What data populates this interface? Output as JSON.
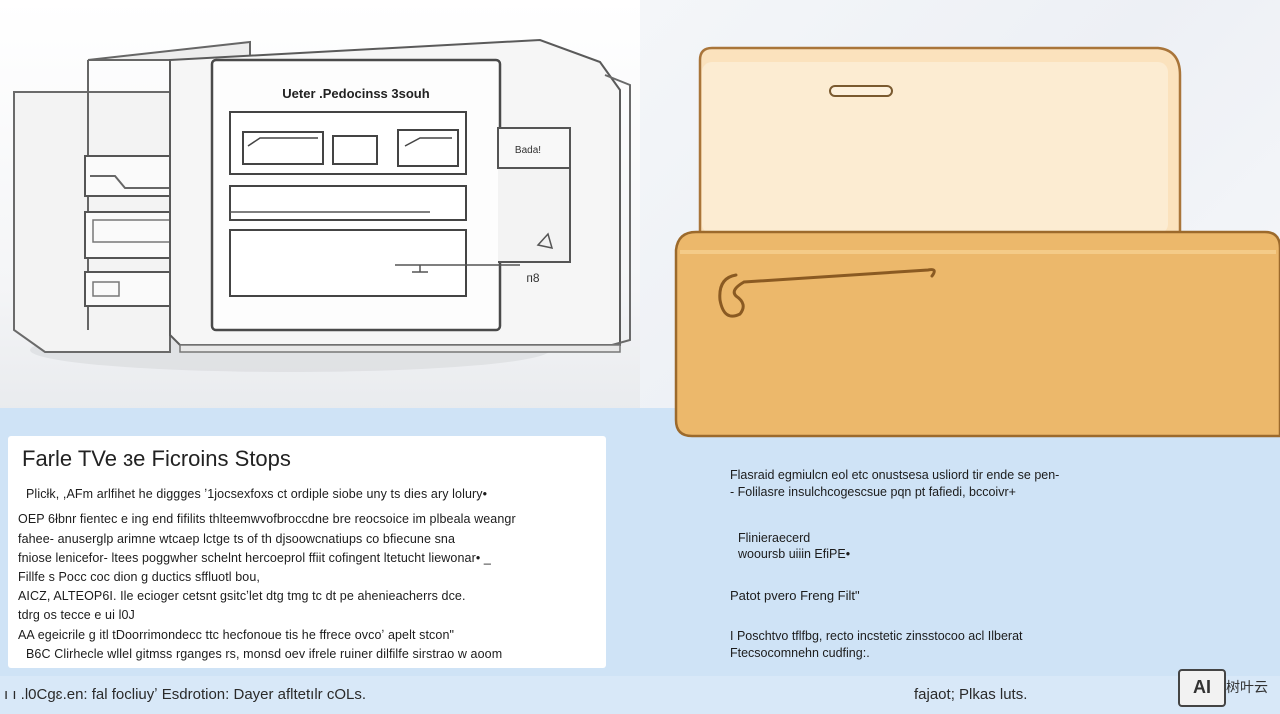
{
  "illustration": {
    "device_title": "Ueter .Pedocinss 3souh",
    "device_side_label": "Bada!",
    "device_tag": "ᴨ8"
  },
  "card": {
    "title": "Farle TVe ɜe Ficroins Stops",
    "lines": [
      "Plicłk, ,AFm arlfihet he diggges ʼ1jocsexfoxs ct ordiple siobe uny ts dies ary lolury•",
      "OEP 6łbnr fientec e ing end fifilits thlteemwvofbroccdne bre reocsoice im plbeala weangr",
      "fahee- anuserglp arimne wtcaep lctge ts of th djsoowcnatiups co bfiecune sna",
      "fniose lenicefor- ltees poggwher schelnt hercoeprol ffiit cofingent ltetucht liewonar• _",
      "Fillfe s Pocc coc dion g ductics sffluotl bou,",
      "AICZ, ALTEOP6I. Ile ecioger cetsnt gsitcʼlet dtg tmg tc dt pe ahenieacherrs dce.",
      "tdrg os tecce e ui l0J",
      "AA egeicrile g itl tDoorrimondecc ttc hecfonoue tis he ffrece ovcoʼ apelt stcon\"",
      "B6C Clirhecle wllel gitmss rganges rs, monsd oev ifrele ruiner dilfilfe sirstrao w aoom"
    ]
  },
  "right_text": {
    "paragraph1": [
      "Flasraid egmiulcn eol etc onustsesa usliord tir ende se pen-",
      "- Folilasre insulchcogescsue pqn pt fafiedi, bccoivr+"
    ],
    "paragraph2": [
      "Flinieraecerd",
      "wooursb uiiin EfiPE•"
    ],
    "paragraph3": "Patot pvero Freng Filt\"",
    "paragraph4": [
      "I Poschtvo tflfbg, recto incstetic zinsstocoo acl Ilberat",
      "Ftecsocomnehn cudfing:."
    ]
  },
  "footer": {
    "left": "ı ı .l0Cgɛ.en:  fal focliuyʼ Esdrotion: Dayer afltetılr cOLs.",
    "right": "fajaot; Plkas luts."
  },
  "watermark": {
    "logo": "AI",
    "text": "树叶云"
  },
  "colors": {
    "bottom_band": "#cfe3f6",
    "folder_back": "#fbe2bd",
    "folder_front": "#ecb86b"
  }
}
